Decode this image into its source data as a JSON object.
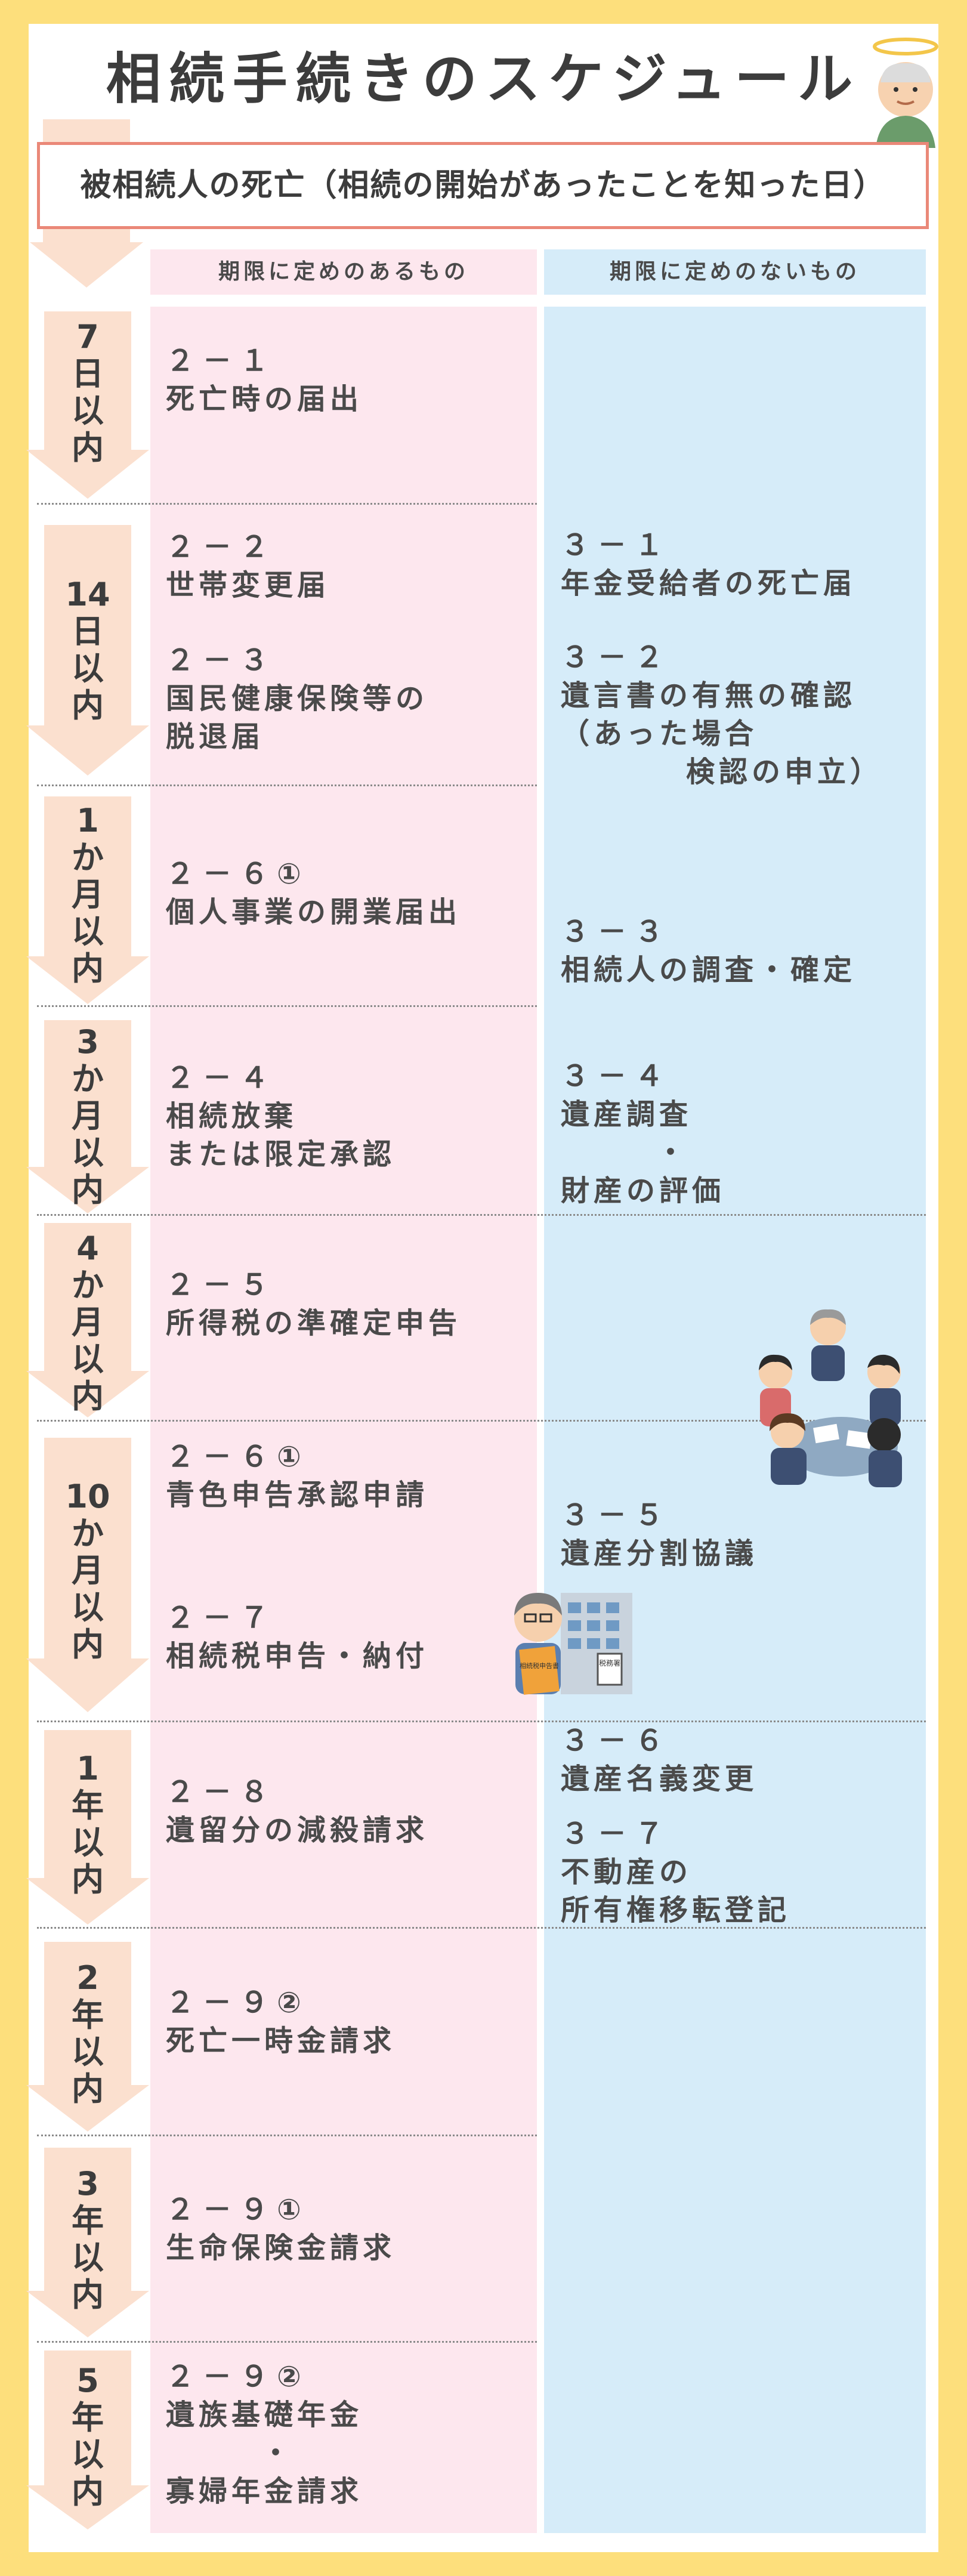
{
  "title": "相続手続きのスケジュール",
  "subtitle": "被相続人の死亡（相続の開始があったことを知った日）",
  "columns": {
    "with_deadline": "期限に定めのあるもの",
    "without_deadline": "期限に定めのないもの"
  },
  "periods": [
    {
      "label": "7日以内",
      "chars": [
        "7",
        "日",
        "以",
        "内"
      ]
    },
    {
      "label": "14日以内",
      "chars": [
        "14",
        "日",
        "以",
        "内"
      ]
    },
    {
      "label": "1か月以内",
      "chars": [
        "1",
        "か",
        "月",
        "以",
        "内"
      ]
    },
    {
      "label": "3か月以内",
      "chars": [
        "3",
        "か",
        "月",
        "以",
        "内"
      ]
    },
    {
      "label": "4か月以内",
      "chars": [
        "4",
        "か",
        "月",
        "以",
        "内"
      ]
    },
    {
      "label": "10か月以内",
      "chars": [
        "10",
        "か",
        "月",
        "以",
        "内"
      ]
    },
    {
      "label": "1年以内",
      "chars": [
        "1",
        "年",
        "以",
        "内"
      ]
    },
    {
      "label": "2年以内",
      "chars": [
        "2",
        "年",
        "以",
        "内"
      ]
    },
    {
      "label": "3年以内",
      "chars": [
        "3",
        "年",
        "以",
        "内"
      ]
    },
    {
      "label": "5年以内",
      "chars": [
        "5",
        "年",
        "以",
        "内"
      ]
    }
  ],
  "deadline_items": [
    {
      "num": "２－１",
      "lines": [
        "死亡時の届出"
      ]
    },
    {
      "num": "２－２",
      "lines": [
        "世帯変更届"
      ]
    },
    {
      "num": "２－３",
      "lines": [
        "国民健康保険等の",
        "脱退届"
      ]
    },
    {
      "num": "２－６①",
      "lines": [
        "個人事業の開業届出"
      ]
    },
    {
      "num": "２－４",
      "lines": [
        "相続放棄",
        "または限定承認"
      ]
    },
    {
      "num": "２－５",
      "lines": [
        "所得税の準確定申告"
      ]
    },
    {
      "num": "２－６①",
      "lines": [
        "青色申告承認申請"
      ]
    },
    {
      "num": "２－７",
      "lines": [
        "相続税申告・納付"
      ]
    },
    {
      "num": "２－８",
      "lines": [
        "遺留分の減殺請求"
      ]
    },
    {
      "num": "２－９②",
      "lines": [
        "死亡一時金請求"
      ]
    },
    {
      "num": "２－９①",
      "lines": [
        "生命保険金請求"
      ]
    },
    {
      "num": "２－９②",
      "lines": [
        "遺族基礎年金",
        "・",
        "寡婦年金請求"
      ]
    }
  ],
  "no_deadline_items": [
    {
      "num": "３－１",
      "lines": [
        "年金受給者の死亡届"
      ]
    },
    {
      "num": "３－２",
      "lines": [
        "遺言書の有無の確認",
        "（あった場合",
        "検認の申立）"
      ]
    },
    {
      "num": "３－３",
      "lines": [
        "相続人の調査・確定"
      ]
    },
    {
      "num": "３－４",
      "lines": [
        "遺産調査",
        "・",
        "財産の評価"
      ]
    },
    {
      "num": "３－５",
      "lines": [
        "遺産分割協議"
      ]
    },
    {
      "num": "３－６",
      "lines": [
        "遺産名義変更"
      ]
    },
    {
      "num": "３－７",
      "lines": [
        "不動産の",
        "所有権移転登記"
      ]
    }
  ],
  "illustrations": {
    "building_sign": "税務署",
    "document_label": "相続税申告書"
  },
  "colors": {
    "background": "#fddf7c",
    "pink_column": "#fde7ee",
    "blue_column": "#d6ecf9",
    "arrow": "#fbe0cf",
    "subtitle_border": "#ea8878"
  }
}
